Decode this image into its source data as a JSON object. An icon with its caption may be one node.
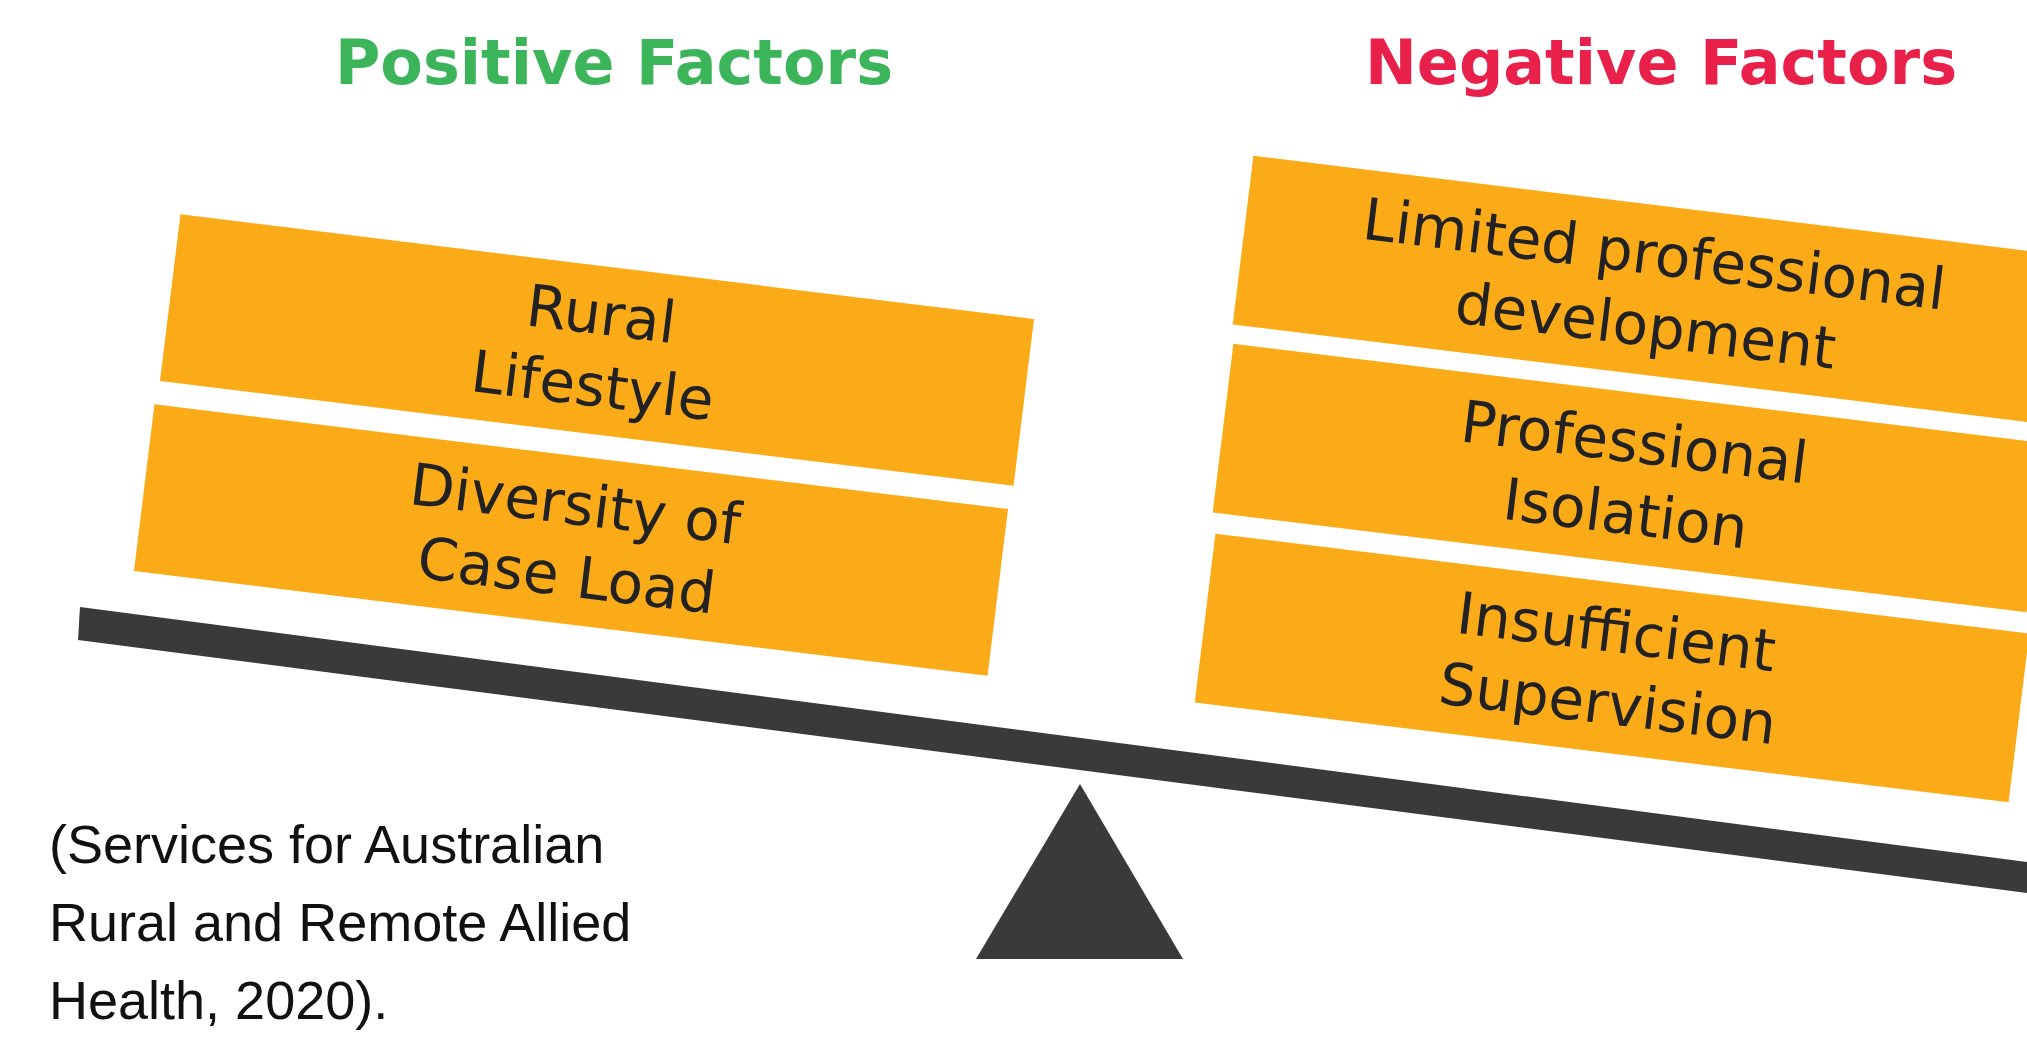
{
  "diagram": {
    "caption": "(Services for Australian Rural and Remote Allied Health, 2020).",
    "nodes": [
      {
        "text": [
          "Rural Lifestyle"
        ]
      },
      {
        "text": [
          "Diversity of Case Load"
        ]
      },
      {
        "text": [
          "Limited professional development"
        ]
      },
      {
        "text": [
          "Professional Isolation"
        ]
      },
      {
        "text": [
          "Insufficient Supervision"
        ]
      }
    ],
    "labels": [
      "Positive Factors",
      "Negative Factors"
    ]
  }
}
